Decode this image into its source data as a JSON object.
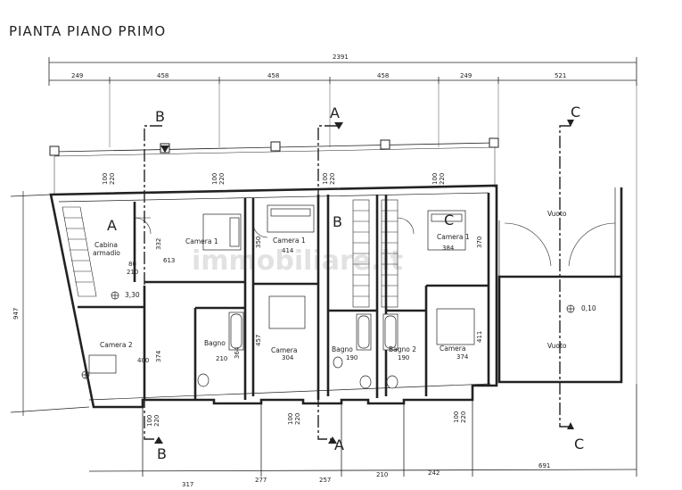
{
  "title": "PIANTA PIANO PRIMO",
  "watermark": "immobiliare.it",
  "dimensions": {
    "total_top": "2391",
    "top_segments": [
      "249",
      "458",
      "458",
      "458",
      "249",
      "521"
    ],
    "bottom_segments": [
      "317",
      "277",
      "257",
      "210",
      "242",
      "691"
    ],
    "left_side": "947"
  },
  "section_marks": {
    "a": "A",
    "b": "B",
    "c": "C"
  },
  "unit_letters": [
    "A",
    "B",
    "C"
  ],
  "rooms": {
    "cabina_line1": "Cabina",
    "cabina_line2": "armadio",
    "camera1": "Camera 1",
    "camera2": "Camera 2",
    "camera": "Camera",
    "bagno": "Bagno",
    "bagno2": "Bagno 2",
    "vuoto": "Vuoto"
  },
  "levels": {
    "l1": "3,30",
    "l2": "0,10"
  },
  "labels": {
    "n100": "100",
    "n220": "220",
    "n80": "80",
    "n210": "210",
    "n332": "332",
    "n613": "613",
    "n350": "350",
    "n414": "414",
    "n370": "370",
    "n384": "384",
    "n374": "374",
    "n400": "400",
    "n457": "457",
    "n364": "364",
    "n304": "304",
    "n190": "190",
    "n411": "411"
  }
}
